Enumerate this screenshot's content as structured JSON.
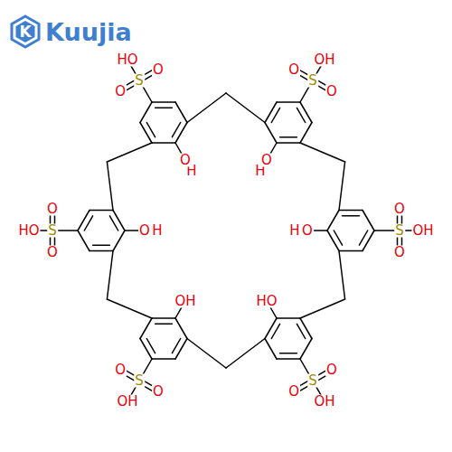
{
  "diagram": {
    "labels": [
      "K",
      "Kuujia",
      "HO",
      "O",
      "S",
      "O",
      "H",
      "O",
      "O",
      "S",
      "OH",
      "O",
      "H",
      "O",
      "O",
      "HO",
      "S",
      "O",
      "O",
      "H",
      "O",
      "S",
      "OH",
      "O",
      "O",
      "H",
      "HO",
      "OH",
      "O",
      "S",
      "O",
      "OH",
      "O",
      "S",
      "O",
      "OH"
    ]
  }
}
